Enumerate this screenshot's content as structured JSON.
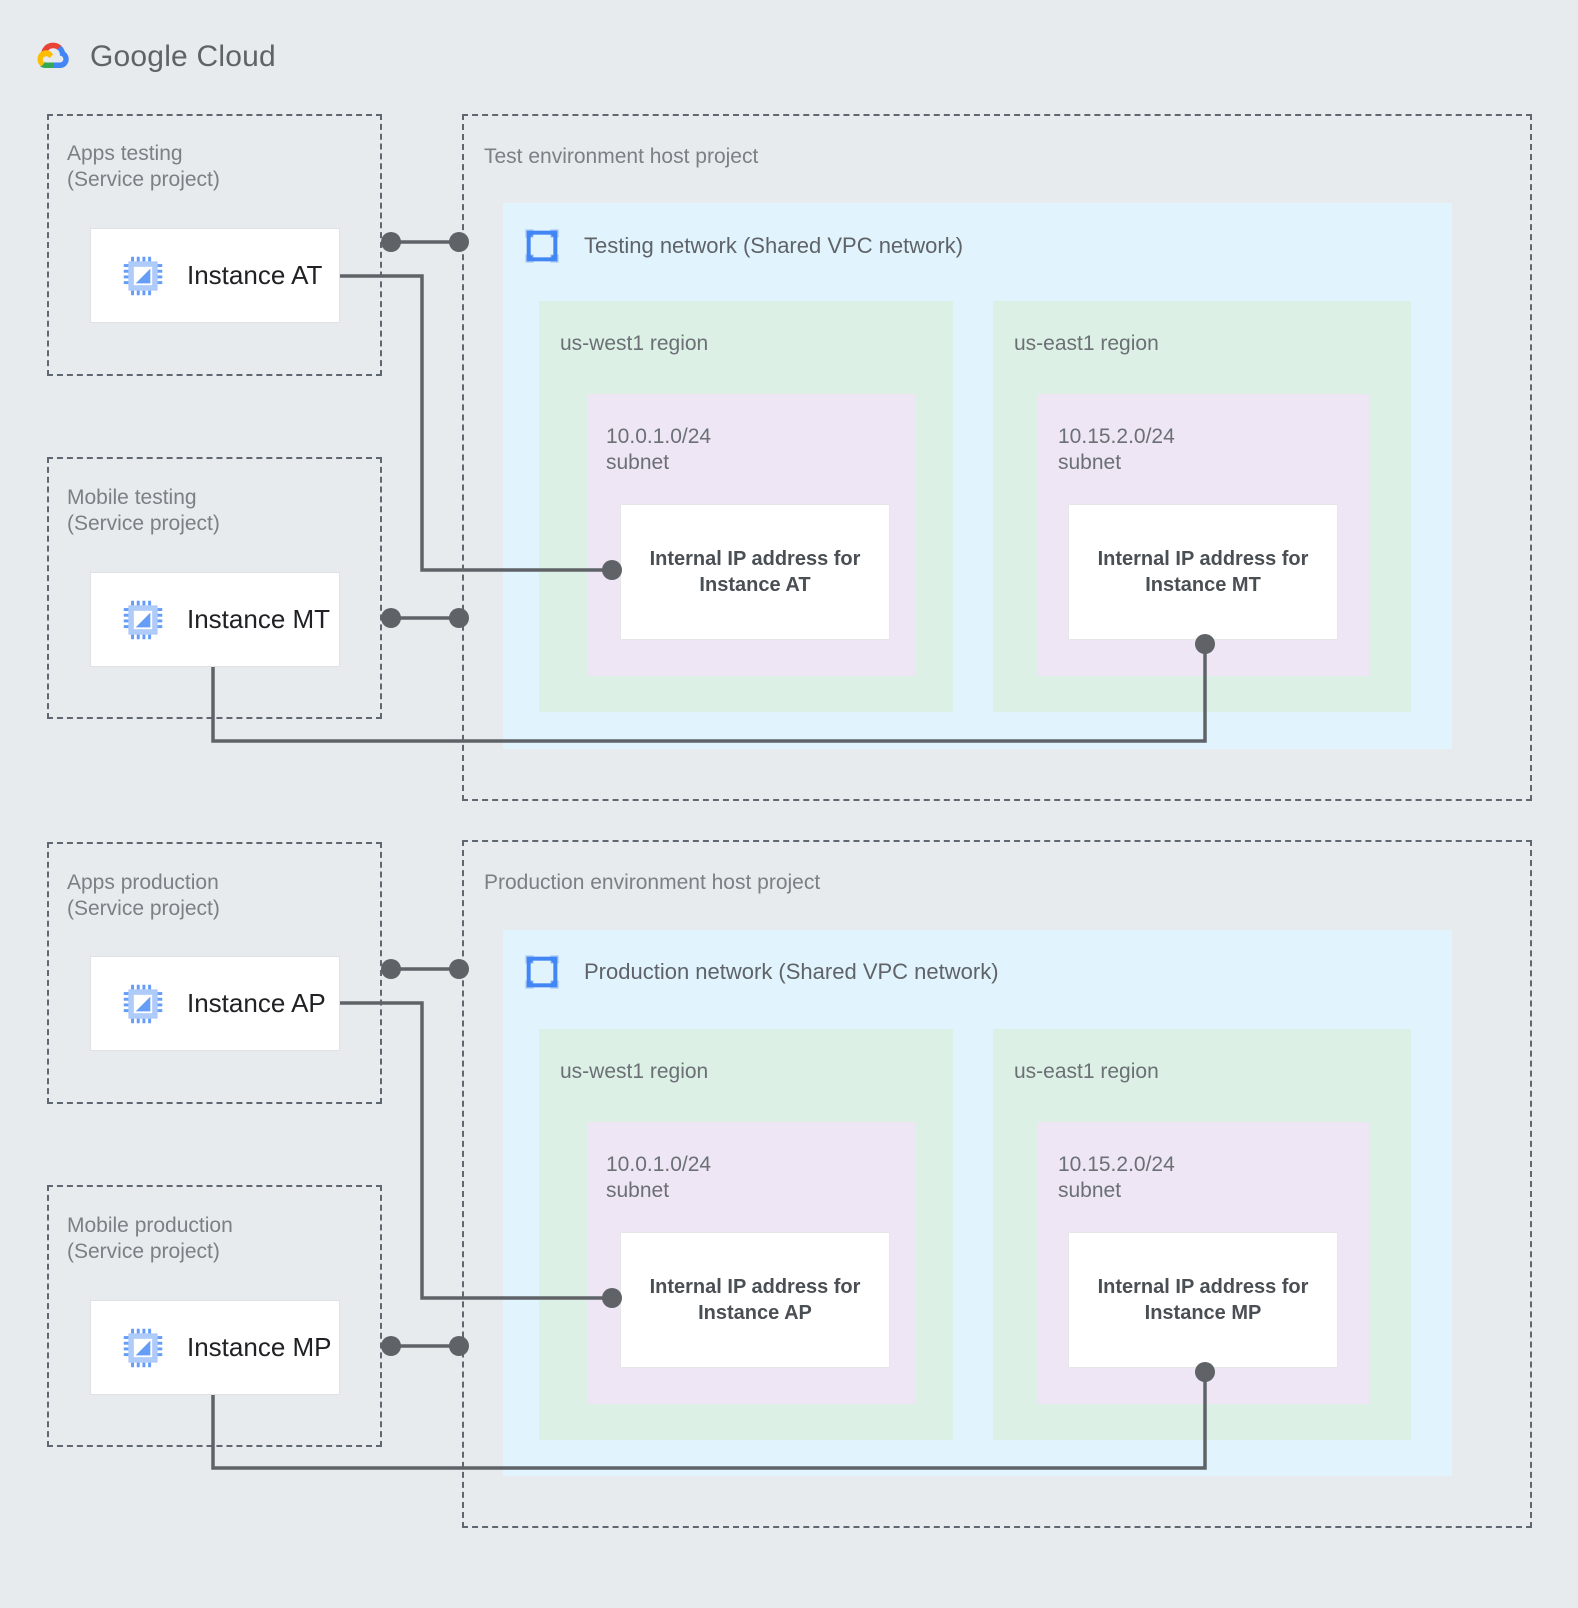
{
  "brand": {
    "name_primary": "Google",
    "name_secondary": "Cloud",
    "logo_icon": "google-cloud-logo",
    "colors": {
      "red": "#EA4335",
      "yellow": "#FBBC04",
      "green": "#34A853",
      "blue": "#4285F4",
      "text": "#5F6368"
    }
  },
  "palette": {
    "page_background": "#e8ebed",
    "dashed_border": "#5f6771",
    "vpc_background": "#e1f4fd",
    "region_background": "#dcf0e6",
    "subnet_background": "#eee5f5",
    "card_background": "#ffffff",
    "connector": "#5f6368",
    "label_text": "#7a8086",
    "bold_text": "#4a4f54"
  },
  "service_projects": [
    {
      "id": "apps-testing",
      "title": "Apps testing\n(Service project)",
      "instance": {
        "label": "Instance AT",
        "icon": "compute-instance-chip-icon"
      }
    },
    {
      "id": "mobile-testing",
      "title": "Mobile testing\n(Service project)",
      "instance": {
        "label": "Instance MT",
        "icon": "compute-instance-chip-icon"
      }
    },
    {
      "id": "apps-production",
      "title": "Apps production\n(Service project)",
      "instance": {
        "label": "Instance AP",
        "icon": "compute-instance-chip-icon"
      }
    },
    {
      "id": "mobile-production",
      "title": "Mobile production\n(Service project)",
      "instance": {
        "label": "Instance MP",
        "icon": "compute-instance-chip-icon"
      }
    }
  ],
  "host_projects": [
    {
      "id": "test-host",
      "title": "Test environment host project",
      "network": {
        "title": "Testing network (Shared VPC network)",
        "icon": "vpc-network-icon"
      },
      "regions": [
        {
          "id": "test-us-west1",
          "label": "us-west1 region",
          "subnet": {
            "label": "10.0.1.0/24\nsubnet",
            "ip_box": "Internal IP address for\nInstance AT"
          }
        },
        {
          "id": "test-us-east1",
          "label": "us-east1 region",
          "subnet": {
            "label": "10.15.2.0/24\nsubnet",
            "ip_box": "Internal IP address for\nInstance MT"
          }
        }
      ]
    },
    {
      "id": "production-host",
      "title": "Production environment host project",
      "network": {
        "title": "Production network (Shared VPC network)",
        "icon": "vpc-network-icon"
      },
      "regions": [
        {
          "id": "prod-us-west1",
          "label": "us-west1 region",
          "subnet": {
            "label": "10.0.1.0/24\nsubnet",
            "ip_box": "Internal IP address for\nInstance AP"
          }
        },
        {
          "id": "prod-us-east1",
          "label": "us-east1 region",
          "subnet": {
            "label": "10.15.2.0/24\nsubnet",
            "ip_box": "Internal IP address for\nInstance MP"
          }
        }
      ]
    }
  ],
  "connectors": [
    {
      "id": "at-to-test-project",
      "type": "project-attachment"
    },
    {
      "id": "at-to-west1-ip",
      "type": "instance-to-ip"
    },
    {
      "id": "mt-to-test-project",
      "type": "project-attachment"
    },
    {
      "id": "mt-to-east1-ip",
      "type": "instance-to-ip"
    },
    {
      "id": "ap-to-prod-project",
      "type": "project-attachment"
    },
    {
      "id": "ap-to-west1-ip",
      "type": "instance-to-ip"
    },
    {
      "id": "mp-to-prod-project",
      "type": "project-attachment"
    },
    {
      "id": "mp-to-east1-ip",
      "type": "instance-to-ip"
    }
  ]
}
